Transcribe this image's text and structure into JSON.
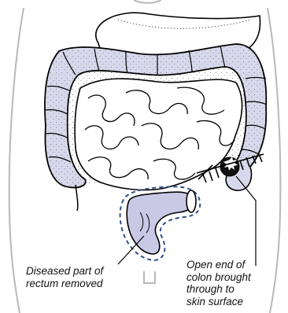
{
  "colors": {
    "organ_fill": "#d8d8ec",
    "rectum_fill": "#c9c9e6",
    "outline": "#000000",
    "dashed_outline": "#2f4f8a",
    "body_outline": "#b8b8b8"
  },
  "labels": {
    "rectum": {
      "line1": "Diseased part of",
      "line2": "rectum removed"
    },
    "colon": {
      "line1": "Open end of",
      "line2": "colon brought",
      "line3": "through to",
      "line4": "skin surface"
    }
  }
}
